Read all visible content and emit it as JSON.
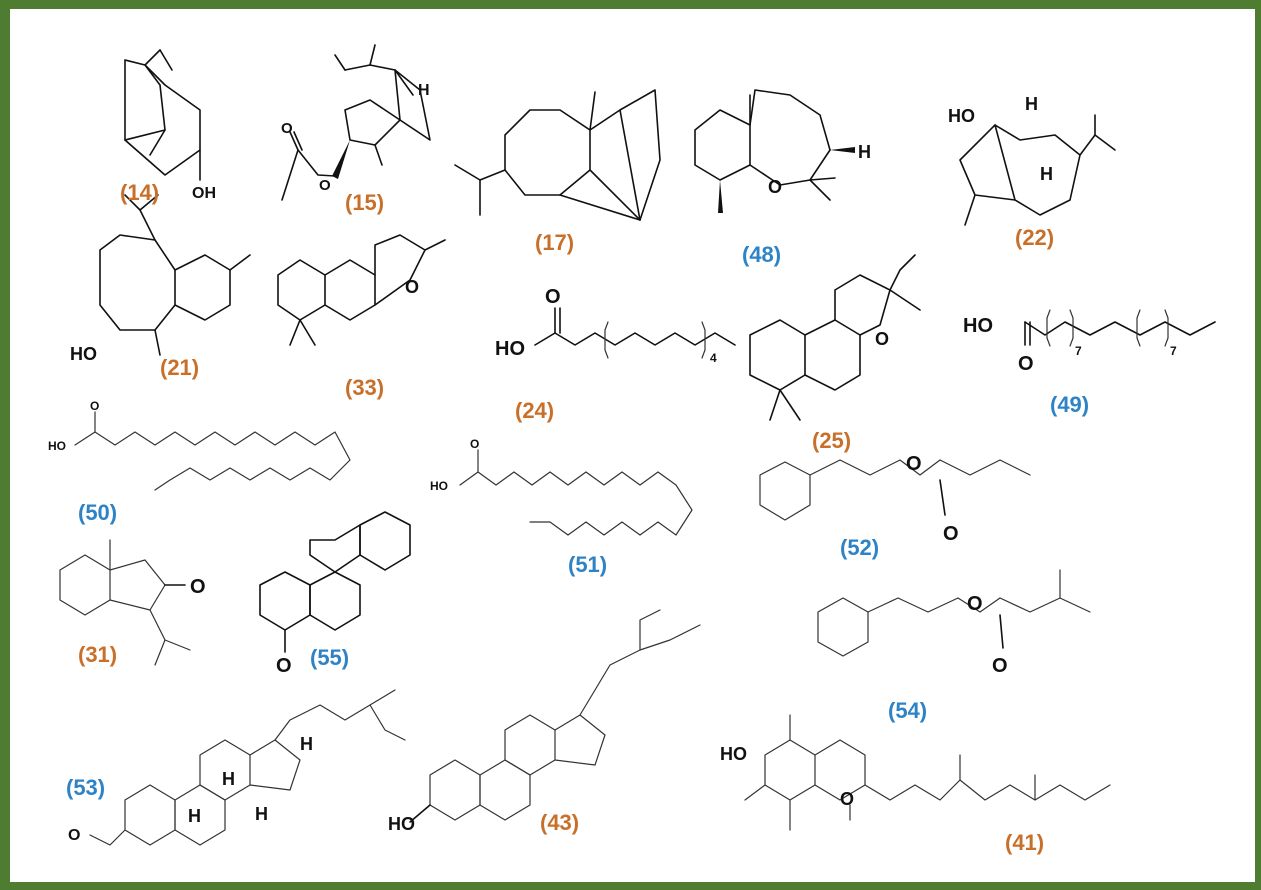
{
  "colors": {
    "frame": "#4e7d32",
    "orange_label": "#c8702a",
    "blue_label": "#2e83c6",
    "bond": "#111111"
  },
  "compounds": [
    {
      "label": "(14)",
      "color": "orange"
    },
    {
      "label": "(15)",
      "color": "orange"
    },
    {
      "label": "(17)",
      "color": "orange"
    },
    {
      "label": "(48)",
      "color": "blue"
    },
    {
      "label": "(22)",
      "color": "orange"
    },
    {
      "label": "(21)",
      "color": "orange"
    },
    {
      "label": "(33)",
      "color": "orange"
    },
    {
      "label": "(24)",
      "color": "orange"
    },
    {
      "label": "(25)",
      "color": "orange"
    },
    {
      "label": "(49)",
      "color": "blue"
    },
    {
      "label": "(50)",
      "color": "blue"
    },
    {
      "label": "(51)",
      "color": "blue"
    },
    {
      "label": "(52)",
      "color": "blue"
    },
    {
      "label": "(31)",
      "color": "orange"
    },
    {
      "label": "(55)",
      "color": "blue"
    },
    {
      "label": "(54)",
      "color": "blue"
    },
    {
      "label": "(53)",
      "color": "blue"
    },
    {
      "label": "(43)",
      "color": "orange"
    },
    {
      "label": "(41)",
      "color": "orange"
    }
  ],
  "atoms": {
    "oh": "OH",
    "ho": "HO",
    "o": "O",
    "h": "H",
    "sub_four": "4",
    "sub_seven": "7"
  }
}
